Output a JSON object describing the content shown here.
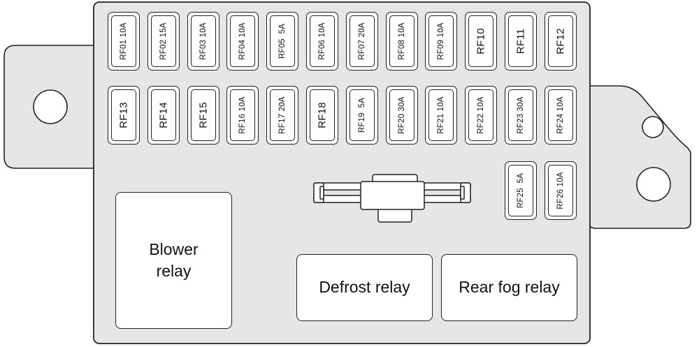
{
  "fuse_box": {
    "row1": [
      {
        "label": "RF01 10A",
        "big": false
      },
      {
        "label": "RF02 15A",
        "big": false
      },
      {
        "label": "RF03 10A",
        "big": false
      },
      {
        "label": "RF04 10A",
        "big": false
      },
      {
        "label": "RF05  5A",
        "big": false
      },
      {
        "label": "RF06 10A",
        "big": false
      },
      {
        "label": "RF07 20A",
        "big": false
      },
      {
        "label": "RF08 10A",
        "big": false
      },
      {
        "label": "RF09 10A",
        "big": false
      },
      {
        "label": "RF10",
        "big": true
      },
      {
        "label": "RF11",
        "big": true
      },
      {
        "label": "RF12",
        "big": true
      }
    ],
    "row2": [
      {
        "label": "RF13",
        "big": true
      },
      {
        "label": "RF14",
        "big": true
      },
      {
        "label": "RF15",
        "big": true
      },
      {
        "label": "RF16 10A",
        "big": false
      },
      {
        "label": "RF17 20A",
        "big": false
      },
      {
        "label": "RF18",
        "big": true
      },
      {
        "label": "RF19  5A",
        "big": false
      },
      {
        "label": "RF20 30A",
        "big": false
      },
      {
        "label": "RF21 10A",
        "big": false
      },
      {
        "label": "RF22 10A",
        "big": false
      },
      {
        "label": "RF23 30A",
        "big": false
      },
      {
        "label": "RF24 10A",
        "big": false
      }
    ],
    "row3": [
      {
        "label": "RF25  5A",
        "big": false
      },
      {
        "label": "RF26 10A",
        "big": false
      }
    ],
    "relays": {
      "blower_line1": "Blower",
      "blower_line2": "relay",
      "defrost": "Defrost relay",
      "rear_fog": "Rear fog relay"
    },
    "colors": {
      "body": "#e6e6e6",
      "outline": "#222222",
      "component": "#ffffff"
    }
  }
}
